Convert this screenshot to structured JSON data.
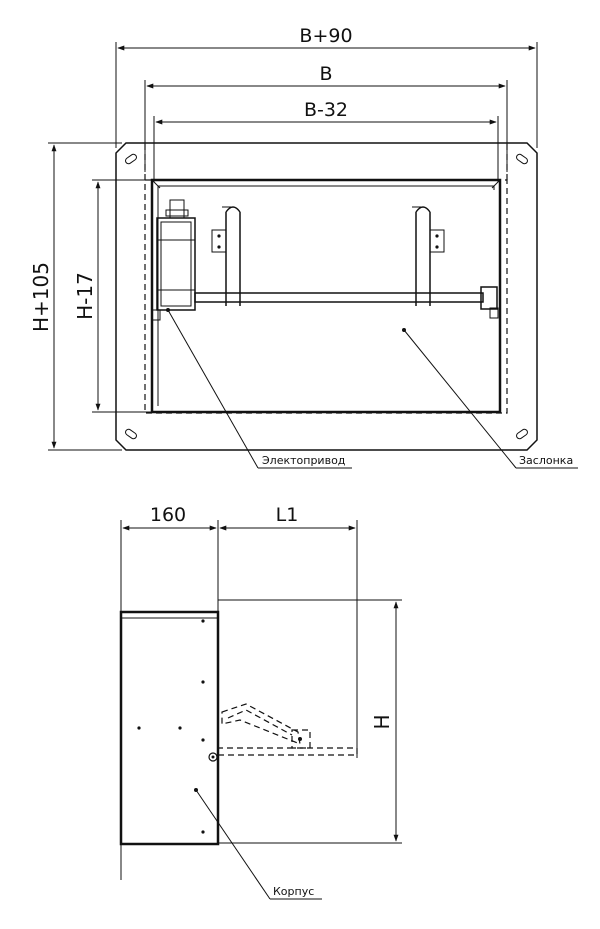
{
  "top_view": {
    "dimensions": {
      "b_plus_90": "B+90",
      "b": "B",
      "b_minus_32": "B-32",
      "h_plus_105": "H+105",
      "h_minus_17": "H-17"
    },
    "callouts": {
      "actuator": "Электопривод",
      "damper": "Заслонка"
    }
  },
  "side_view": {
    "dimensions": {
      "depth": "160",
      "l1": "L1",
      "h": "H"
    },
    "callouts": {
      "body": "Корпус"
    }
  },
  "colors": {
    "line": "#111111",
    "background": "#ffffff"
  }
}
